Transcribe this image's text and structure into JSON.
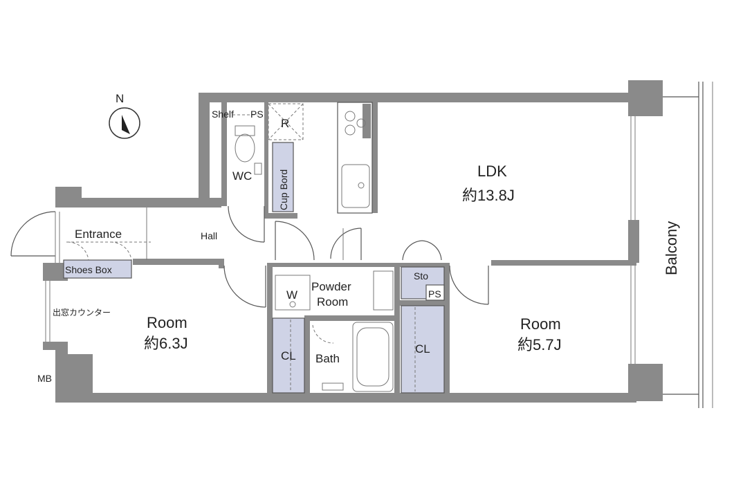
{
  "compass": {
    "label": "N"
  },
  "rooms": {
    "ldk": {
      "name": "LDK",
      "size": "約13.8J"
    },
    "room_left": {
      "name": "Room",
      "size": "約6.3J"
    },
    "room_right": {
      "name": "Room",
      "size": "約5.7J"
    },
    "entrance": "Entrance",
    "hall": "Hall",
    "wc": "WC",
    "shelf": "Shelf",
    "ps_top": "PS",
    "ps_mid": "PS",
    "refrigerator": "R",
    "cup_board": "Cup Bord",
    "powder_room": [
      "Powder",
      "Room"
    ],
    "washer": "W",
    "bath": "Bath",
    "cl_left": "CL",
    "cl_right": "CL",
    "storage": "Sto",
    "shoes_box": "Shoes Box",
    "balcony": "Balcony",
    "bay_counter": "出窓カウンター",
    "meter_box": "MB"
  },
  "colors": {
    "wall": "#8a8a8a",
    "closet": "#cfd3e6"
  }
}
